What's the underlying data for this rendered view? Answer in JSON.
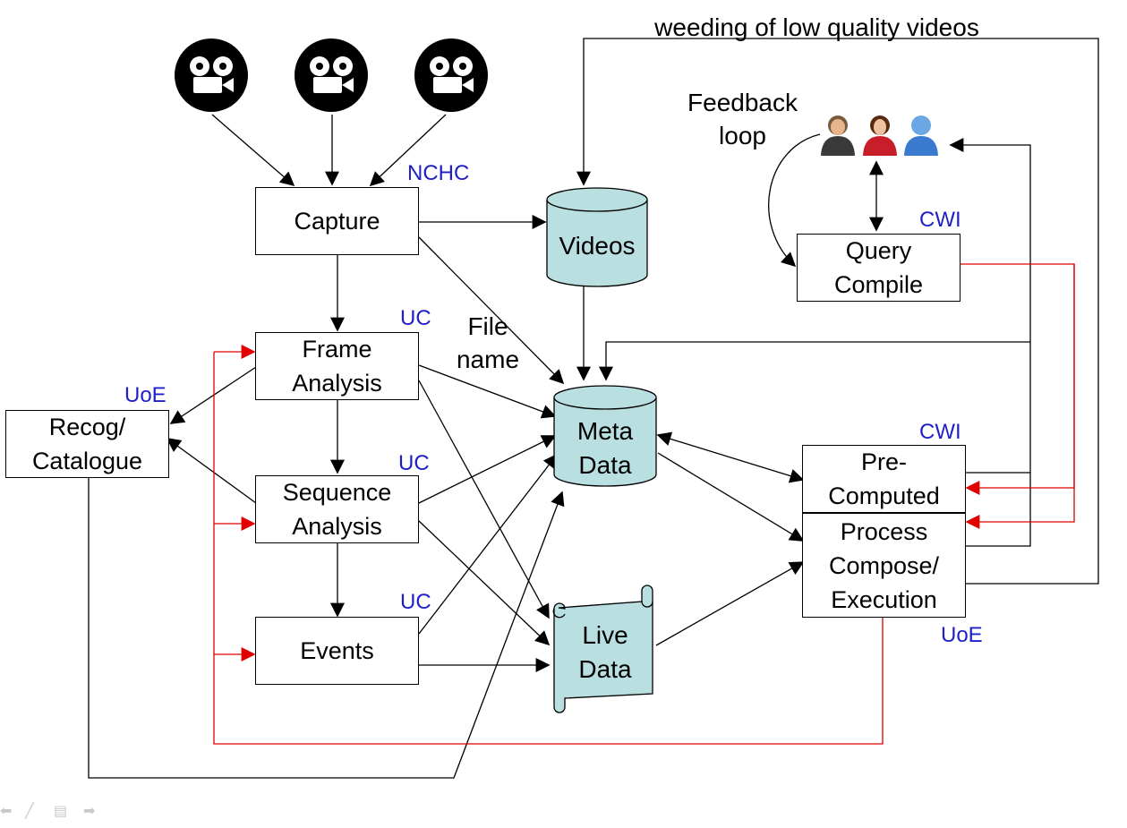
{
  "title_text": "weeding of low quality videos",
  "feedback_label": [
    "Feedback",
    "loop"
  ],
  "file_name_label": [
    "File",
    "name"
  ],
  "boxes": {
    "capture": [
      "Capture"
    ],
    "frame": [
      "Frame",
      "Analysis"
    ],
    "sequence": [
      "Sequence",
      "Analysis"
    ],
    "events": [
      "Events"
    ],
    "recog": [
      "Recog/",
      "Catalogue"
    ],
    "query": [
      "Query",
      "Compile"
    ],
    "precomputed": [
      "Pre-",
      "Computed"
    ],
    "process": [
      "Process",
      "Compose/",
      "Execution"
    ]
  },
  "stores": {
    "videos": [
      "Videos"
    ],
    "metadata": [
      "Meta",
      "Data"
    ],
    "livedata": [
      "Live",
      "Data"
    ]
  },
  "tags": {
    "nchc": "NCHC",
    "uc_frame": "UC",
    "uc_sequence": "UC",
    "uc_events": "UC",
    "uoe_recog": "UoE",
    "cwi_query": "CWI",
    "cwi_precomputed": "CWI",
    "uoe_process": "UoE"
  },
  "icons": {
    "cameras": [
      "film-camera-icon",
      "film-camera-icon",
      "film-camera-icon"
    ],
    "users": [
      "businessman-icon",
      "businesswoman-icon",
      "generic-user-icon"
    ]
  },
  "slide_controls": [
    "back-arrow-icon",
    "pen-icon",
    "menu-icon",
    "forward-arrow-icon"
  ],
  "colors": {
    "storage_fill": "#b9dfe0",
    "red_flow": "#e00000",
    "owner_tag": "#1f1fc8",
    "line": "#000000"
  }
}
